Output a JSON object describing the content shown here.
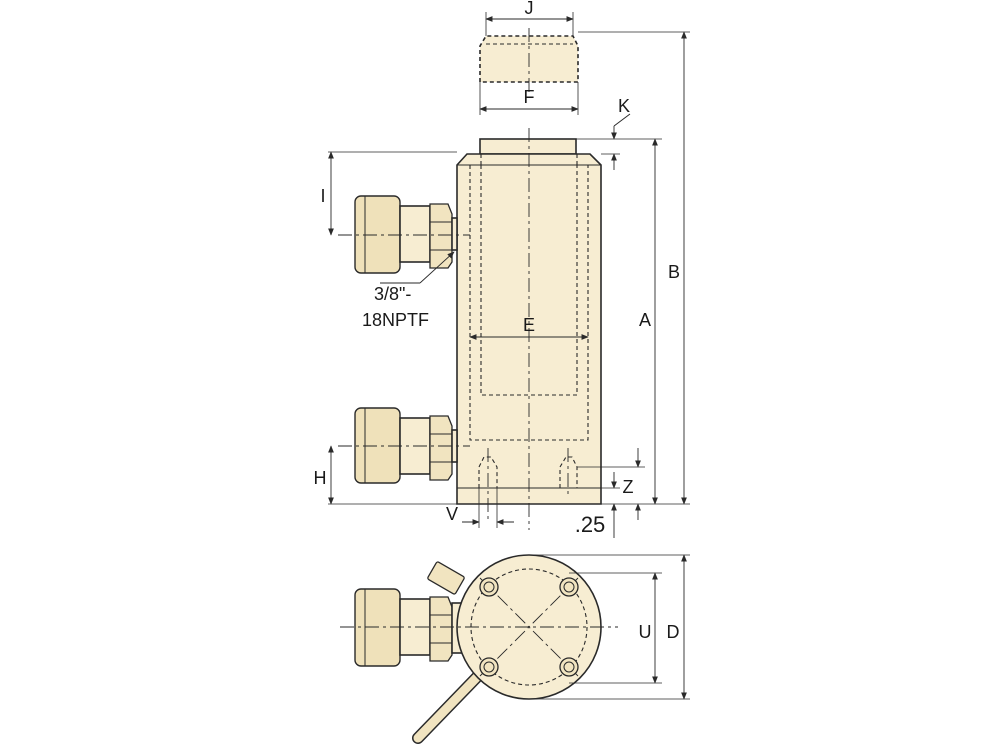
{
  "diagram": {
    "labels": {
      "J": "J",
      "F": "F",
      "K": "K",
      "I": "I",
      "B": "B",
      "A": "A",
      "E": "E",
      "H": "H",
      "Z": "Z",
      "V": "V",
      "U": "U",
      "D": "D",
      "dim_025": ".25",
      "port_line1": "3/8\"-",
      "port_line2": "18NPTF"
    },
    "colors": {
      "body": "#f7edd2",
      "shade": "#efe1ba",
      "line": "#2a2a2a"
    }
  }
}
